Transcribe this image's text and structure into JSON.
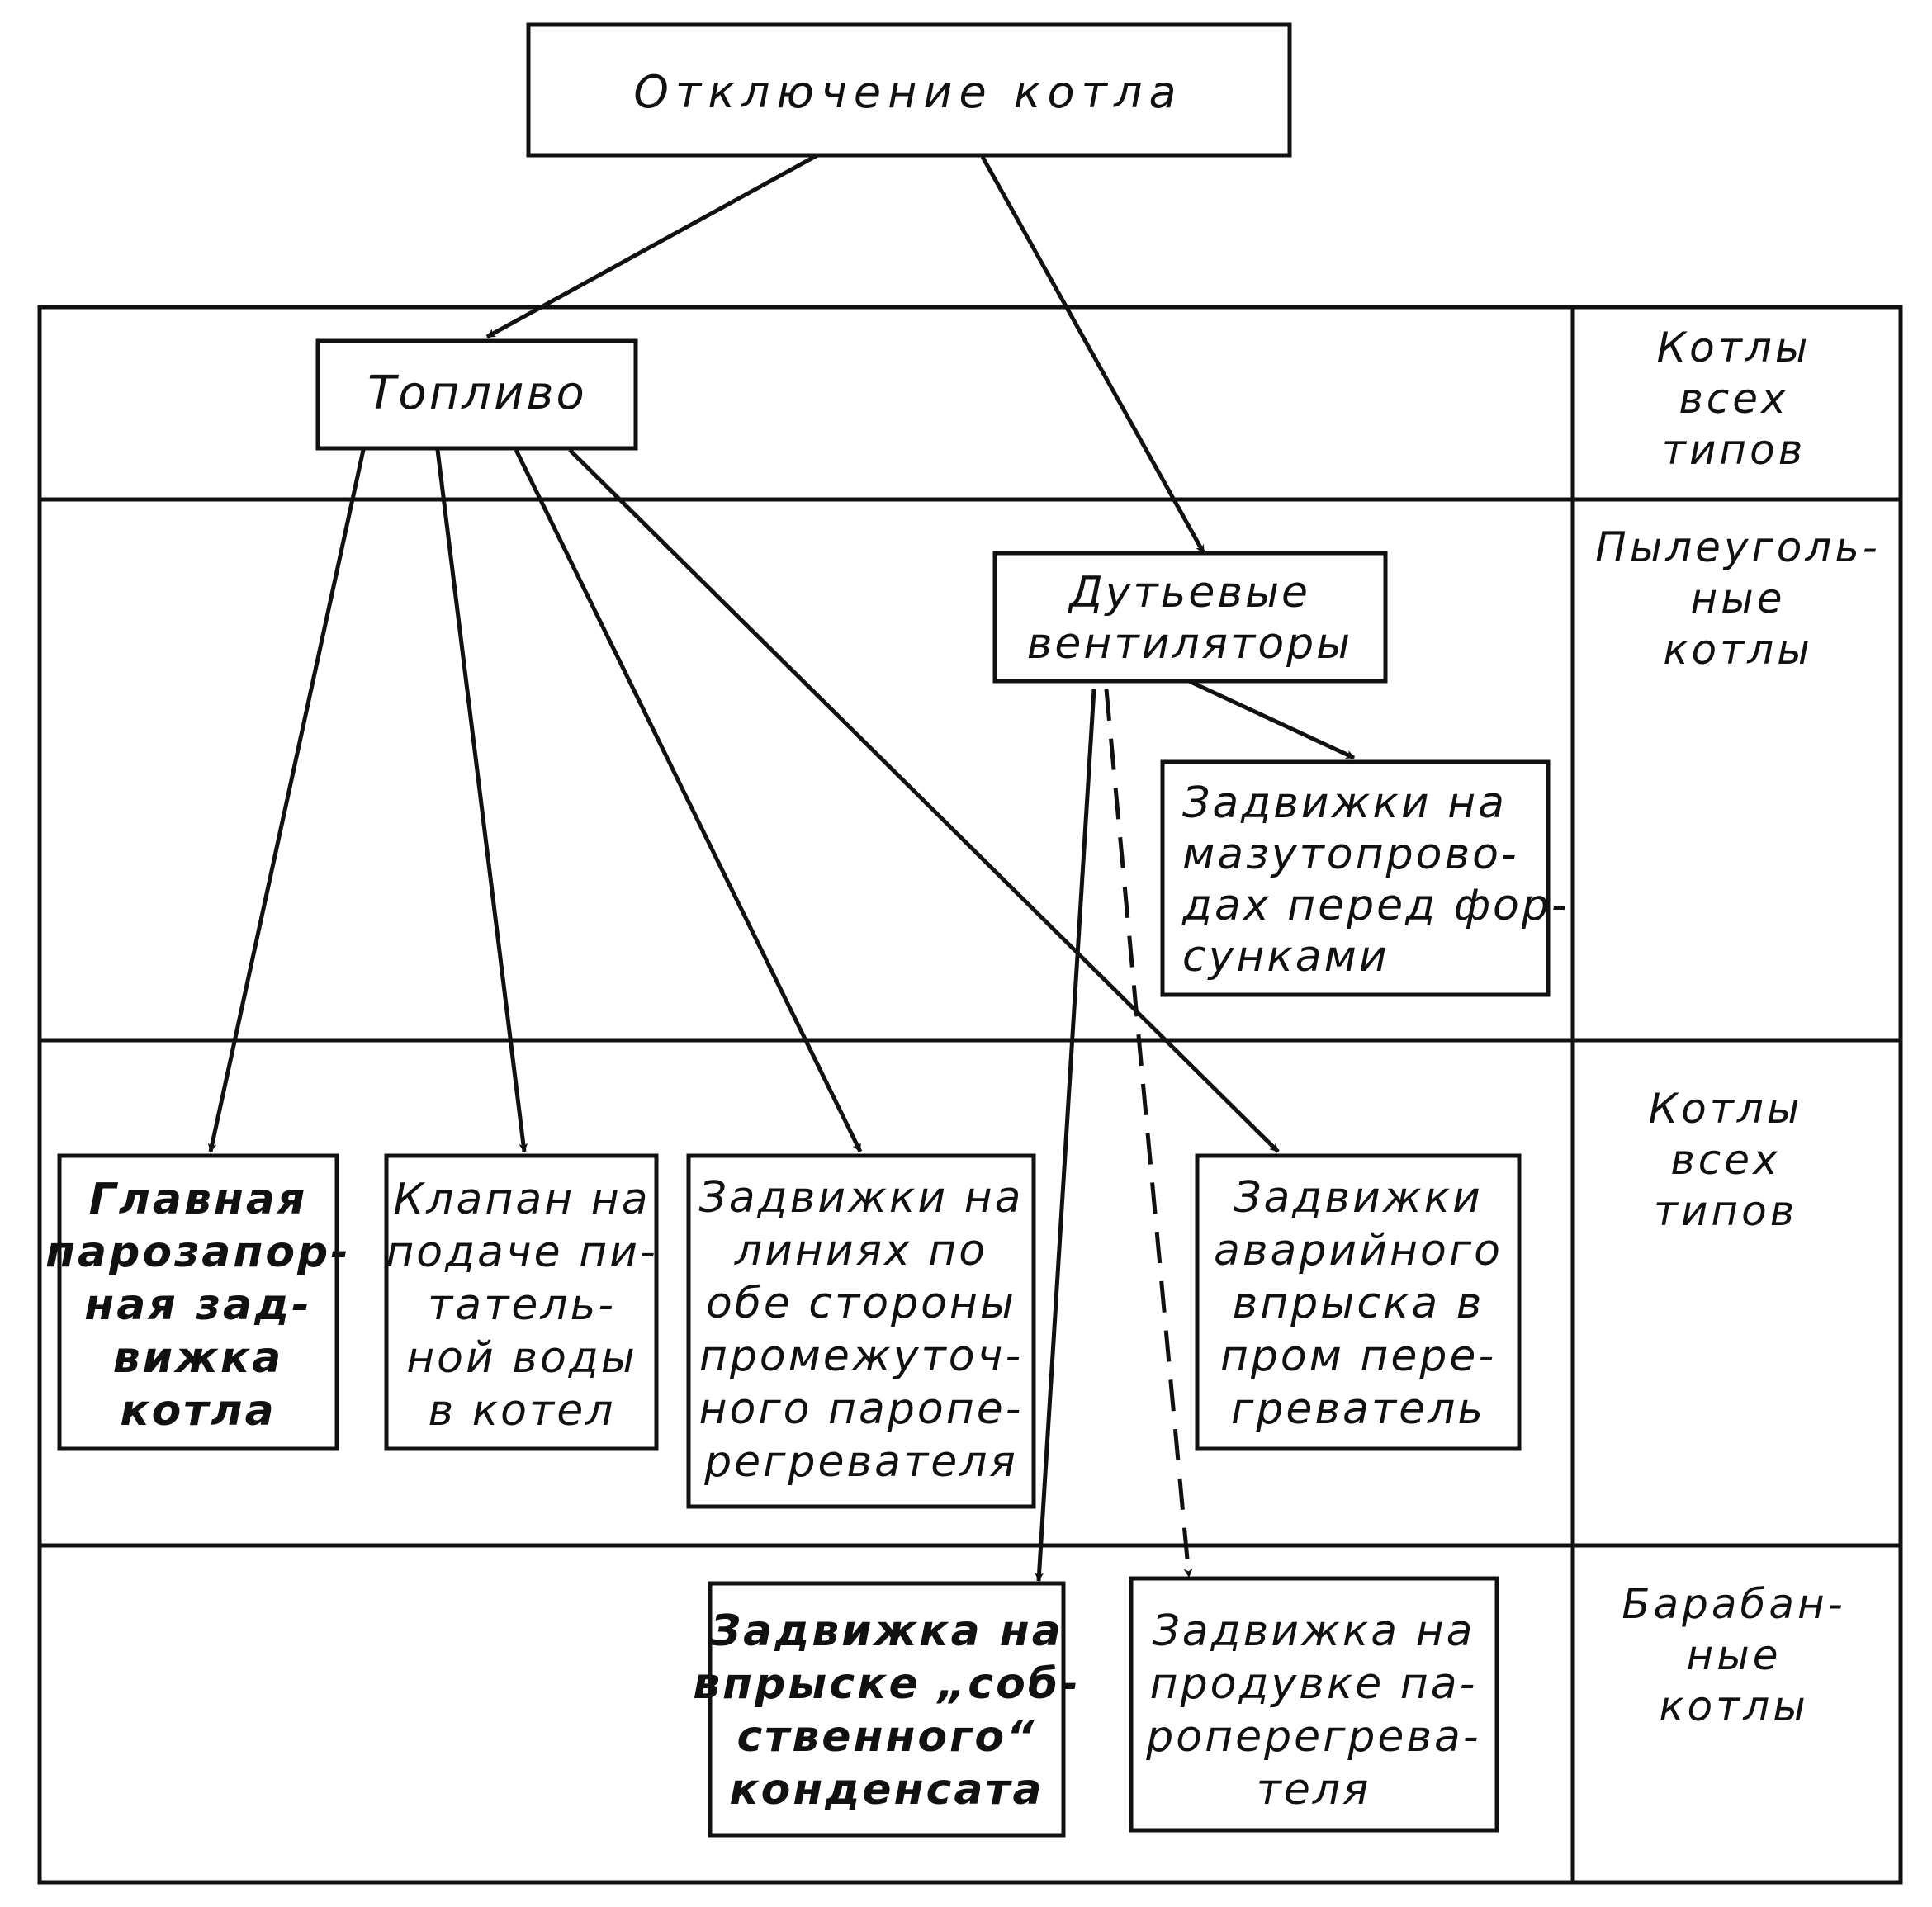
{
  "nodes": {
    "root": {
      "lines": [
        "Отключение котла"
      ]
    },
    "fuel": {
      "lines": [
        "Топливо"
      ]
    },
    "fans": {
      "lines": [
        "Дутьевые",
        "вентиляторы"
      ]
    },
    "mazut": {
      "lines": [
        "Задвижки на",
        "мазутопрово-",
        "дах перед фор-",
        "сунками"
      ]
    },
    "main_valve": {
      "lines": [
        "Главная",
        "парозапор-",
        "ная зад-",
        "вижка",
        "котла"
      ]
    },
    "feedwater": {
      "lines": [
        "Клапан на",
        "подаче пи-",
        "татель-",
        "ной воды",
        "в котел"
      ]
    },
    "reheater_lines": {
      "lines": [
        "Задвижки на",
        "линиях по",
        "обе стороны",
        "промежуточ-",
        "ного паропе-",
        "регревателя"
      ]
    },
    "emergency_spray": {
      "lines": [
        "Задвижки",
        "аварийного",
        "впрыска в",
        "пром пере-",
        "греватель"
      ]
    },
    "condensate": {
      "lines": [
        "Задвижка на",
        "впрыске „соб-",
        "ственного“",
        "конденсата"
      ]
    },
    "purge": {
      "lines": [
        "Задвижка на",
        "продувке па-",
        "роперегрева-",
        "теля"
      ]
    }
  },
  "categories": {
    "row1": {
      "lines": [
        "Котлы",
        "всех",
        "типов"
      ]
    },
    "row2": {
      "lines": [
        "Пылеуголь-",
        "ные",
        "котлы"
      ]
    },
    "row3": {
      "lines": [
        "Котлы",
        "всех",
        "типов"
      ]
    },
    "row4": {
      "lines": [
        "Барабан-",
        "ные",
        "котлы"
      ]
    }
  }
}
